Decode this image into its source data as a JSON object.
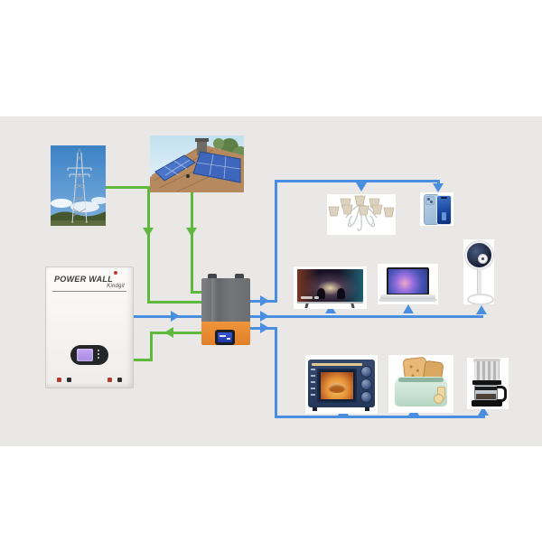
{
  "colors": {
    "background_band": "#e9e8e6",
    "flow_green": "#5eb93c",
    "flow_blue": "#4a8ee0",
    "inverter_orange": "#f0953c",
    "battery_lcd_purple": "#c3a4f2"
  },
  "battery": {
    "label": "POWER WALL",
    "brand": "Kindgit"
  },
  "diagram": {
    "nodes": [
      {
        "id": "utility-grid",
        "depicts": "high-voltage transmission tower photo"
      },
      {
        "id": "solar-roof",
        "depicts": "rooftop solar panel photo"
      },
      {
        "id": "power-wall-battery",
        "depicts": "wall-mounted home battery",
        "label": "POWER WALL"
      },
      {
        "id": "hybrid-inverter",
        "depicts": "gray and orange solar hybrid inverter"
      },
      {
        "id": "chandelier",
        "depicts": "ceiling chandelier lamp"
      },
      {
        "id": "smartphone",
        "depicts": "smartphone front and back"
      },
      {
        "id": "television",
        "depicts": "flat screen TV"
      },
      {
        "id": "laptop",
        "depicts": "open laptop"
      },
      {
        "id": "stand-fan",
        "depicts": "circulator stand fan"
      },
      {
        "id": "toaster-oven",
        "depicts": "blue toaster oven"
      },
      {
        "id": "toaster",
        "depicts": "mint green toaster with bread"
      },
      {
        "id": "coffee-maker",
        "depicts": "drip coffee maker"
      }
    ],
    "connections": [
      {
        "from": "utility-grid",
        "to": "hybrid-inverter",
        "color": "green"
      },
      {
        "from": "solar-roof",
        "to": "hybrid-inverter",
        "color": "green"
      },
      {
        "from": "power-wall-battery",
        "to": "hybrid-inverter",
        "color": "blue"
      },
      {
        "from": "hybrid-inverter",
        "to": "power-wall-battery",
        "color": "green"
      },
      {
        "from": "hybrid-inverter",
        "to": "chandelier",
        "color": "blue"
      },
      {
        "from": "hybrid-inverter",
        "to": "smartphone",
        "color": "blue"
      },
      {
        "from": "hybrid-inverter",
        "to": "television",
        "color": "blue"
      },
      {
        "from": "hybrid-inverter",
        "to": "laptop",
        "color": "blue"
      },
      {
        "from": "hybrid-inverter",
        "to": "stand-fan",
        "color": "blue"
      },
      {
        "from": "hybrid-inverter",
        "to": "toaster-oven",
        "color": "blue"
      },
      {
        "from": "hybrid-inverter",
        "to": "toaster",
        "color": "blue"
      },
      {
        "from": "hybrid-inverter",
        "to": "coffee-maker",
        "color": "blue"
      }
    ]
  }
}
